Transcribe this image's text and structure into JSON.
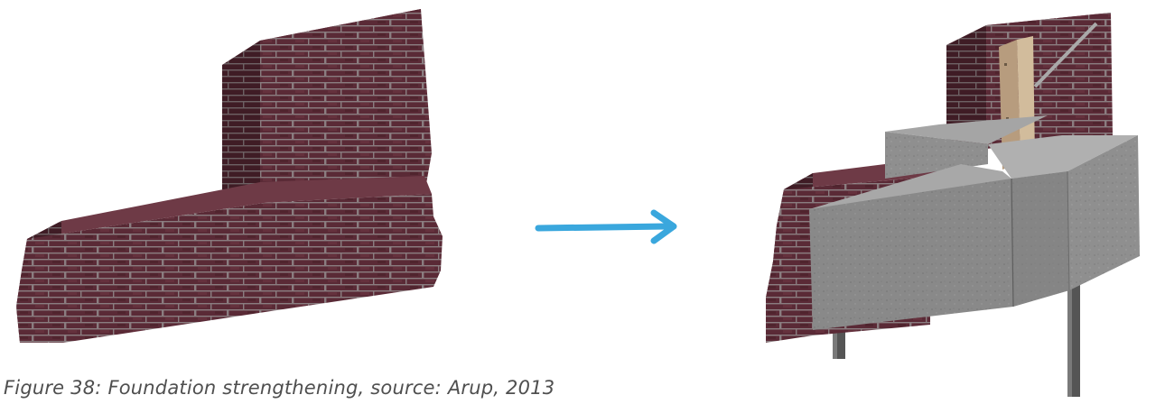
{
  "figure": {
    "caption": "Figure 38: Foundation strengthening, source: Arup, 2013",
    "before_image": "unreinforced-brick-wall",
    "after_image": "brick-wall-on-concrete-foundation-with-piles-and-steel-bracket",
    "arrow_direction": "right"
  },
  "colors": {
    "brick": "#5a2a36",
    "brick_dark": "#3a1a22",
    "mortar": "#8a7d80",
    "concrete": "#8f8f8f",
    "concrete_dark": "#6f6f6f",
    "steel": "#b79c7e",
    "pile": "#5a5a5a",
    "arrow": "#3aa7dd"
  }
}
